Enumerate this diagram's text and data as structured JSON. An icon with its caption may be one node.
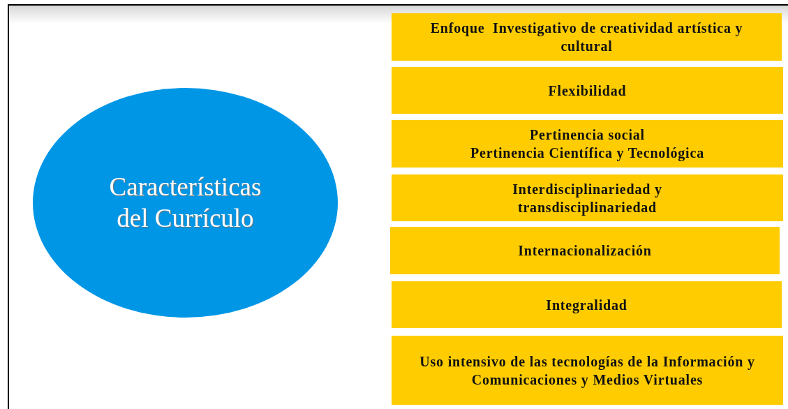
{
  "diagram": {
    "nodes": [
      {
        "text": [
          "Características del Currículo"
        ]
      },
      {
        "text": [
          "Enfoque  Investigativo de creatividad artística y cultural"
        ]
      },
      {
        "text": [
          "Flexibilidad"
        ]
      },
      {
        "text": [
          "Pertinencia social",
          "Pertinencia Científica y Tecnológica"
        ]
      },
      {
        "text": [
          "Interdisciplinariedad y transdisciplinariedad"
        ]
      },
      {
        "text": [
          "Internacionalización"
        ]
      },
      {
        "text": [
          "Integralidad"
        ]
      },
      {
        "text": [
          "Uso intensivo de las tecnologías de la Información y  Comunicaciones y Medios Virtuales"
        ]
      }
    ]
  }
}
